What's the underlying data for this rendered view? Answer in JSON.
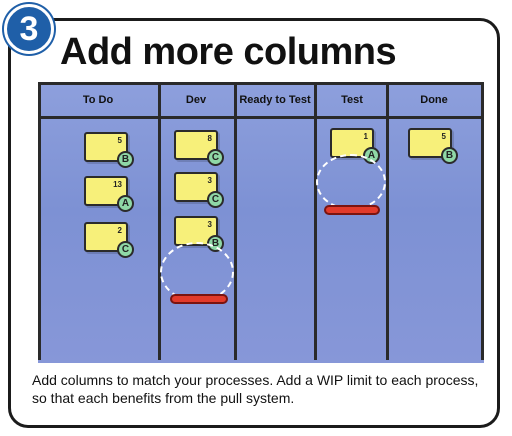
{
  "step_number": "3",
  "title": "Add more columns",
  "columns": [
    {
      "label": "To Do"
    },
    {
      "label": "Dev"
    },
    {
      "label": "Ready to Test"
    },
    {
      "label": "Test"
    },
    {
      "label": "Done"
    }
  ],
  "cards": [
    {
      "column": "To Do",
      "number": "5",
      "class": "B"
    },
    {
      "column": "To Do",
      "number": "13",
      "class": "A"
    },
    {
      "column": "To Do",
      "number": "2",
      "class": "C"
    },
    {
      "column": "Dev",
      "number": "8",
      "class": "C"
    },
    {
      "column": "Dev",
      "number": "3",
      "class": "C"
    },
    {
      "column": "Dev",
      "number": "3",
      "class": "B"
    },
    {
      "column": "Test",
      "number": "1",
      "class": "A"
    },
    {
      "column": "Done",
      "number": "5",
      "class": "B"
    }
  ],
  "caption": "Add columns to match your processes. Add a WIP limit to each process, so that each benefits from the pull system.",
  "colors": {
    "board": "#8293d6",
    "card": "#f7f07a",
    "badge": "#8fd8a6",
    "wip_limit": "#e23a2b",
    "step_badge": "#1f5fa8"
  }
}
